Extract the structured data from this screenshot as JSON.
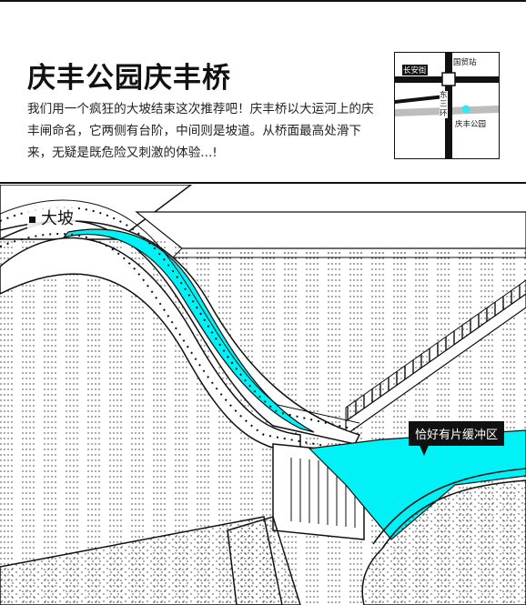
{
  "article": {
    "title": "庆丰公园庆丰桥",
    "description": "我们用一个疯狂的大坡结束这次推荐吧！庆丰桥以大运河上的庆丰闸命名，它两侧有台阶，中间则是坡道。从桥面最高处滑下来，无疑是既危险又刺激的体验...!"
  },
  "map": {
    "labels": {
      "guomao": "国贸站",
      "changan": "长安街",
      "east_third_ring": "东三环",
      "park": "庆丰公园"
    },
    "colors": {
      "road": "#111111",
      "river": "#bdbdbd",
      "marker": "#33e6f0"
    }
  },
  "illustration": {
    "slope_label": "大坡",
    "callout": "恰好有片缓冲区",
    "colors": {
      "accent": "#00f2f6",
      "ink": "#111111"
    }
  }
}
